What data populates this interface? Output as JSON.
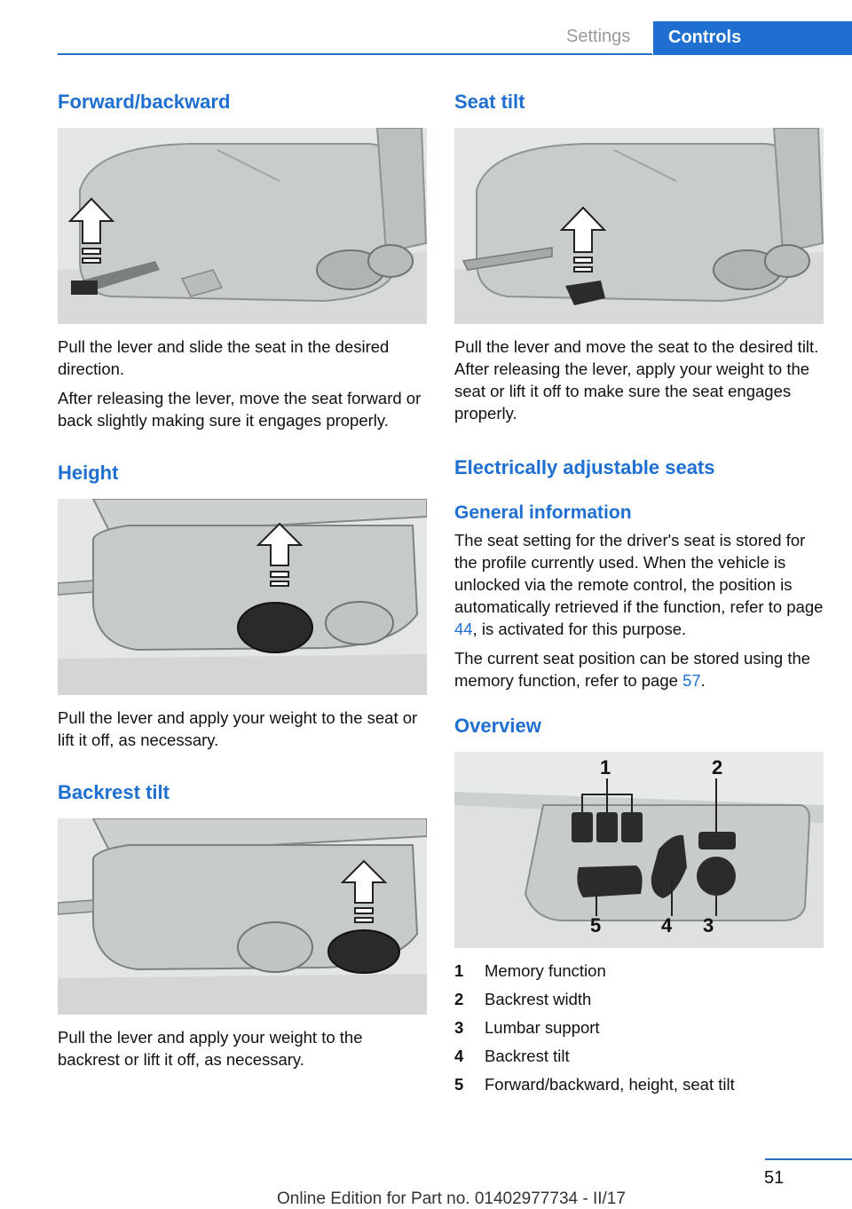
{
  "header": {
    "section": "Settings",
    "chapter": "Controls"
  },
  "left": {
    "forward": {
      "title": "Forward/backward",
      "p1": "Pull the lever and slide the seat in the desired direction.",
      "p2": "After releasing the lever, move the seat for­ward or back slightly making sure it engages properly."
    },
    "height": {
      "title": "Height",
      "p1": "Pull the lever and apply your weight to the seat or lift it off, as necessary."
    },
    "backrest": {
      "title": "Backrest tilt",
      "p1": "Pull the lever and apply your weight to the backrest or lift it off, as necessary."
    }
  },
  "right": {
    "seat_tilt": {
      "title": "Seat tilt",
      "p1": "Pull the lever and move the seat to the desired tilt. After releasing the lever, apply your weight to the seat or lift it off to make sure the seat engages properly."
    },
    "electric": {
      "title": "Electrically adjustable seats"
    },
    "general": {
      "title": "General information",
      "p1_a": "The seat setting for the driver's seat is stored for the profile currently used. When the vehicle is unlocked via the remote control, the position is automatically retrieved if the function, refer to page ",
      "p1_link": "44",
      "p1_b": ", is activated for this purpose.",
      "p2_a": "The current seat position can be stored using the memory function, refer to page ",
      "p2_link": "57",
      "p2_b": "."
    },
    "overview": {
      "title": "Overview",
      "callouts": [
        "1",
        "2",
        "3",
        "4",
        "5"
      ],
      "items": [
        {
          "num": "1",
          "label": "Memory function"
        },
        {
          "num": "2",
          "label": "Backrest width"
        },
        {
          "num": "3",
          "label": "Lumbar support"
        },
        {
          "num": "4",
          "label": "Backrest tilt"
        },
        {
          "num": "5",
          "label": "Forward/backward, height, seat tilt"
        }
      ]
    }
  },
  "footer": {
    "page": "51",
    "edition": "Online Edition for Part no. 01402977734 - II/17"
  }
}
